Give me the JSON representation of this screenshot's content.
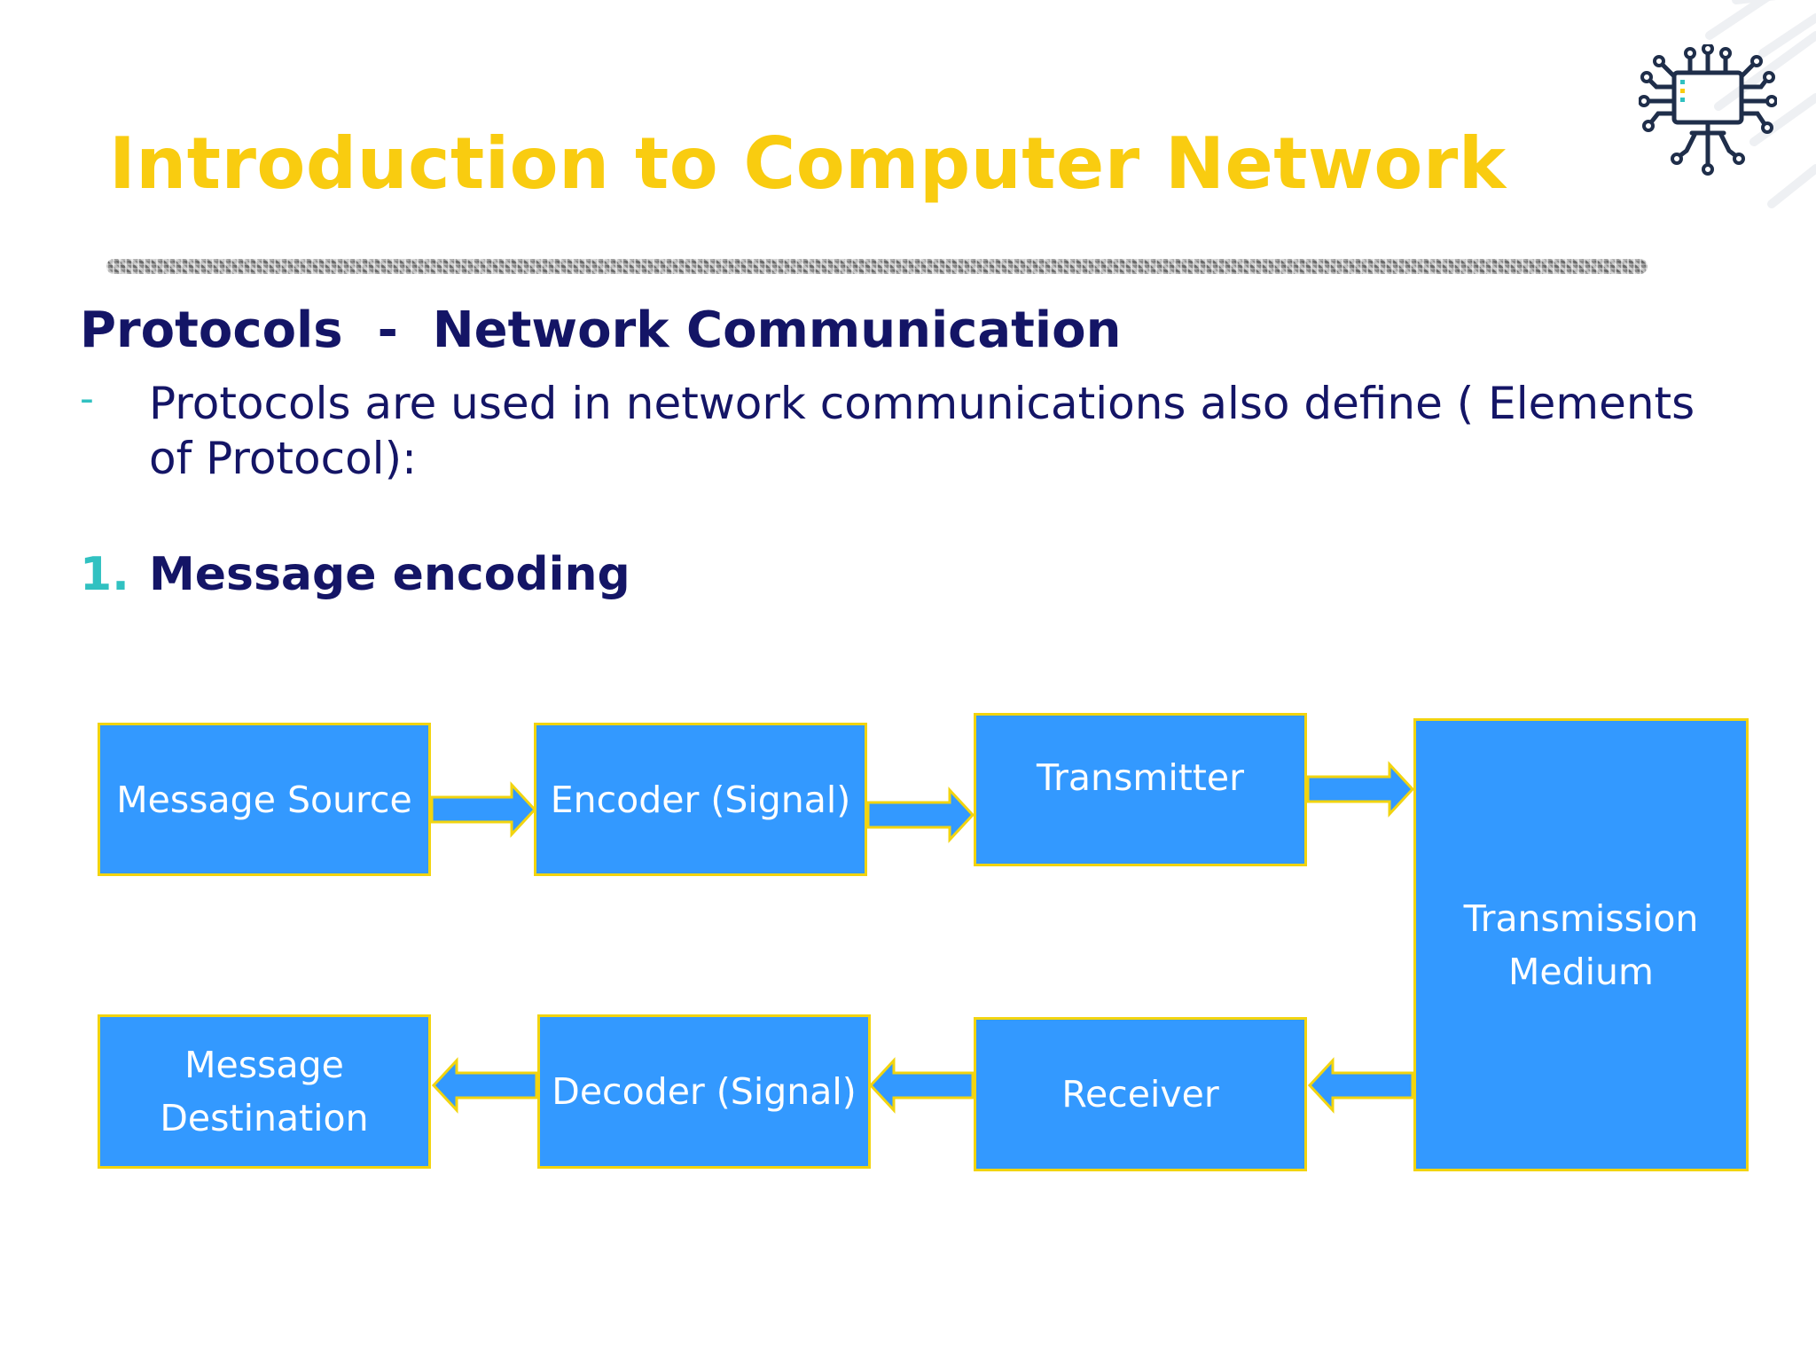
{
  "colors": {
    "title": "#f9cc10",
    "heading": "#141566",
    "accent_teal": "#31c1c1",
    "box_fill": "#3399ff",
    "box_border": "#f2d40f",
    "box_text": "#ffffff"
  },
  "header": {
    "title": "Introduction to Computer Network",
    "logo_icon": "circuit-monitor-icon"
  },
  "content": {
    "subtitle": "Protocols  -  Network Communication",
    "bullet_marker": "-",
    "bullet_text": "Protocols are used in network communications also define ( Elements of Protocol):",
    "list_number": "1.",
    "list_item": "Message encoding"
  },
  "diagram": {
    "nodes": {
      "message_source": "Message Source",
      "encoder": "Encoder (Signal)",
      "transmitter": "Transmitter",
      "medium_line1": "Transmission",
      "medium_line2": "Medium",
      "receiver": "Receiver",
      "decoder": "Decoder (Signal)",
      "destination_line1": "Message",
      "destination_line2": "Destination"
    },
    "edges": [
      {
        "from": "message_source",
        "to": "encoder"
      },
      {
        "from": "encoder",
        "to": "transmitter"
      },
      {
        "from": "transmitter",
        "to": "medium"
      },
      {
        "from": "medium",
        "to": "receiver"
      },
      {
        "from": "receiver",
        "to": "decoder"
      },
      {
        "from": "decoder",
        "to": "destination"
      }
    ]
  }
}
